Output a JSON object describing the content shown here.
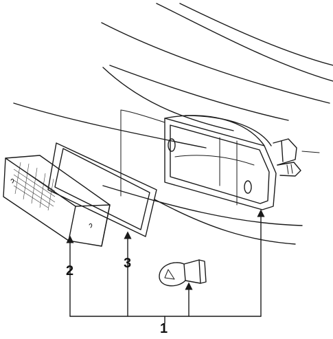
{
  "callouts": {
    "assembly": "1",
    "lens": "2",
    "gasket": "3"
  },
  "colors": {
    "line": "#1a1a1a",
    "background": "#ffffff"
  }
}
